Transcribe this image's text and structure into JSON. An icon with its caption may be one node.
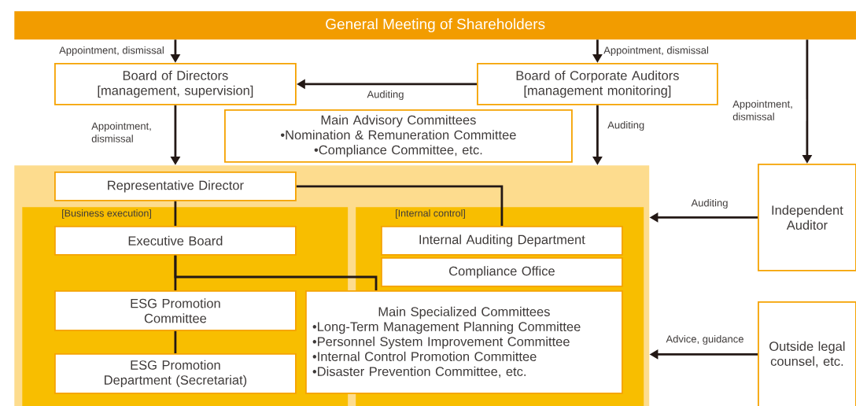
{
  "diagram": {
    "nodes": [
      {
        "text": [
          "General Meeting of Shareholders"
        ]
      },
      {
        "text": [
          "Board of Directors",
          "[management, supervision]"
        ]
      },
      {
        "text": [
          "Board of Corporate Auditors",
          "[management monitoring]"
        ]
      },
      {
        "text": [
          "Main Advisory Committees",
          "•Nomination & Remuneration Committee",
          "•Compliance Committee, etc."
        ]
      },
      {
        "text": [],
        "shape": "box"
      },
      {
        "text": [
          "Representative Director"
        ],
        "in": 4
      },
      {
        "text": [
          "[Business execution]"
        ],
        "in": 4
      },
      {
        "text": [
          "Executive Board"
        ],
        "in": 6
      },
      {
        "text": [
          "ESG Promotion Committee"
        ],
        "in": 6
      },
      {
        "text": [
          "ESG Promotion Department (Secretariat)"
        ],
        "in": 6
      },
      {
        "text": [
          "[Internal control]"
        ],
        "in": 4
      },
      {
        "text": [
          "Internal Auditing Department"
        ],
        "in": 10
      },
      {
        "text": [
          "Compliance Office"
        ],
        "in": 10
      },
      {
        "text": [
          "Main Specialized Committees",
          "•Long-Term Management Planning Committee",
          "•Personnel System Improvement Committee",
          "•Internal Control Promotion Committee",
          "•Disaster Prevention Committee, etc."
        ],
        "in": 4
      },
      {
        "text": [
          "Independent Auditor"
        ]
      },
      {
        "text": [
          "Outside legal counsel, etc."
        ]
      }
    ],
    "edges": [
      {
        "from": 0,
        "to": 1,
        "arrow": "to",
        "label": "Appointment, dismissal"
      },
      {
        "from": 0,
        "to": 2,
        "arrow": "to",
        "label": "Appointment, dismissal"
      },
      {
        "from": 0,
        "to": 14,
        "arrow": "to",
        "label": "Appointment, dismissal"
      },
      {
        "from": 2,
        "to": 1,
        "arrow": "to",
        "label": "Auditing"
      },
      {
        "from": 1,
        "to": 4,
        "arrow": "to",
        "label": "Appointment, dismissal"
      },
      {
        "from": 2,
        "to": 4,
        "arrow": "to",
        "label": "Auditing"
      },
      {
        "from": 5,
        "to": 11,
        "arrow": "none"
      },
      {
        "from": 5,
        "to": 7,
        "arrow": "none"
      },
      {
        "from": 7,
        "to": 8,
        "arrow": "none"
      },
      {
        "from": 7,
        "to": 13,
        "arrow": "none"
      },
      {
        "from": 8,
        "to": 9,
        "arrow": "none"
      },
      {
        "from": 14,
        "to": 4,
        "arrow": "to",
        "label": "Auditing"
      },
      {
        "from": 15,
        "to": 4,
        "arrow": "to",
        "label": "Advice, guidance"
      }
    ]
  }
}
